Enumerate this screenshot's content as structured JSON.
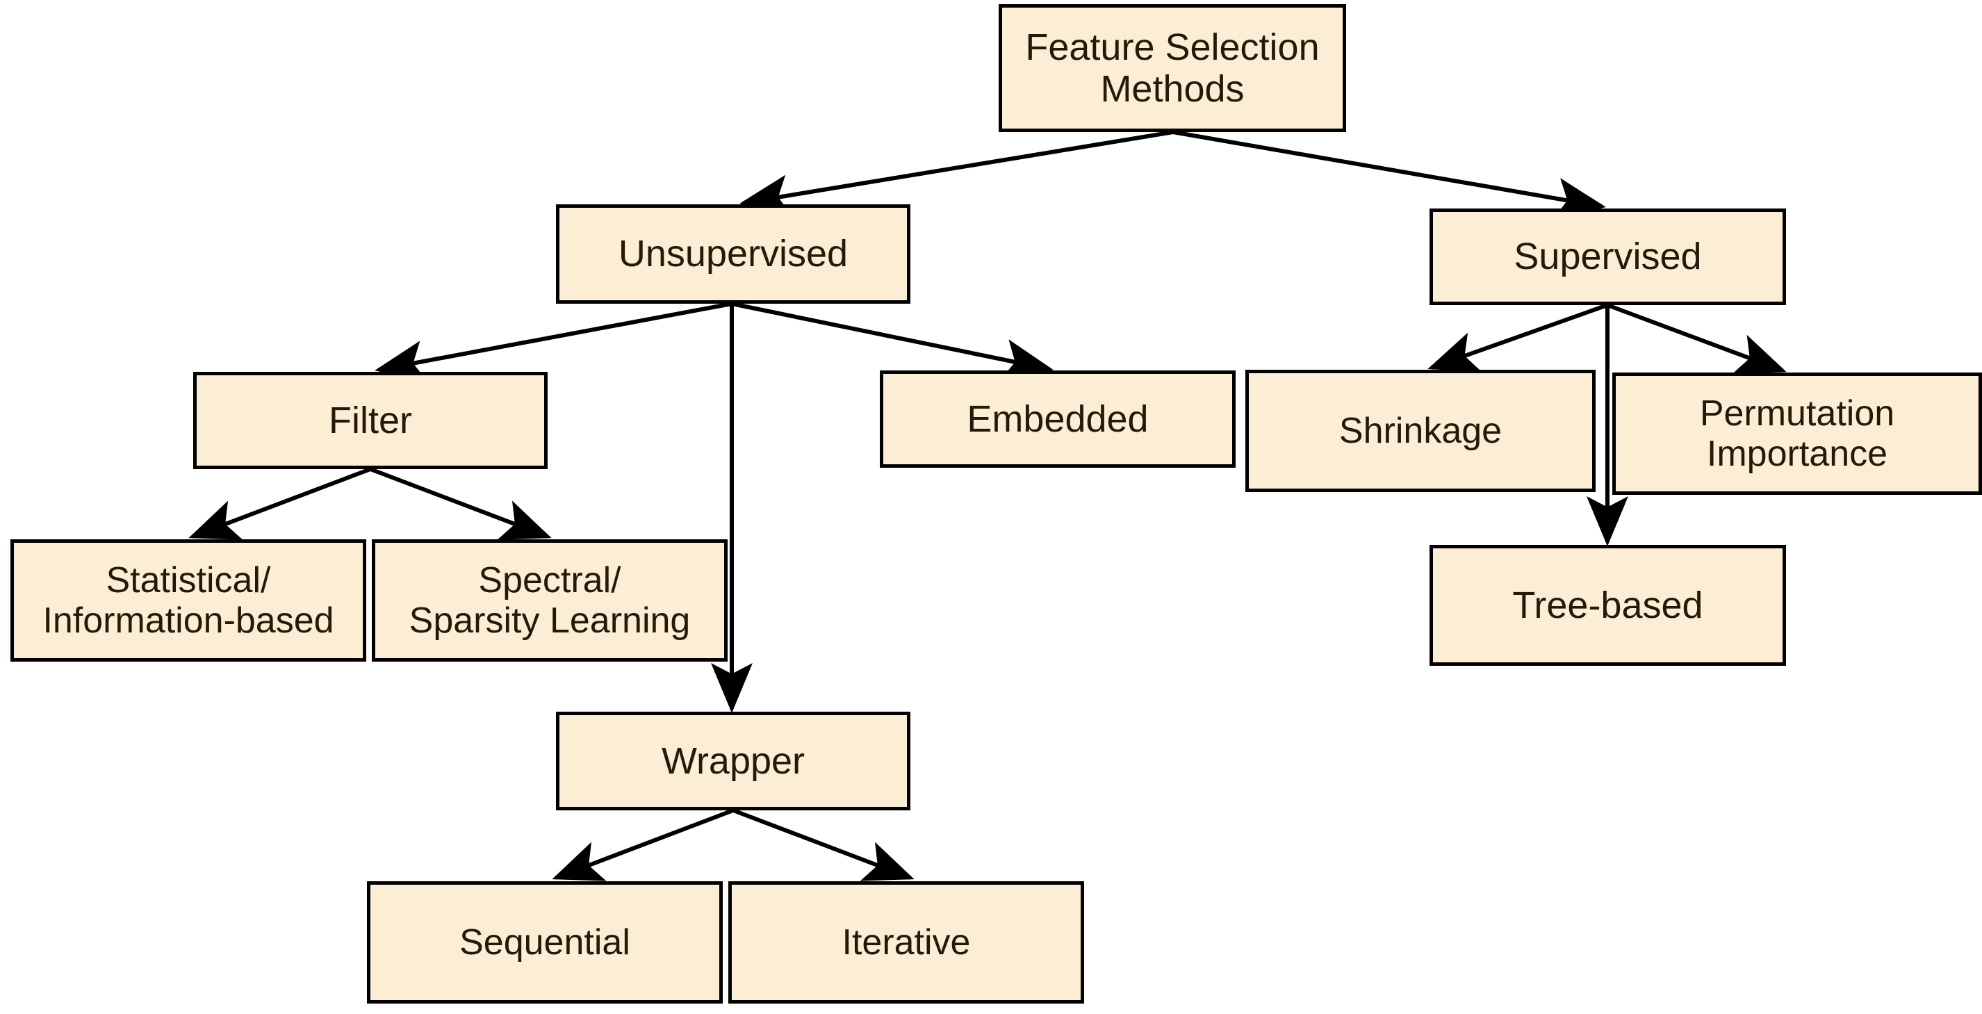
{
  "diagram": {
    "title": "Feature Selection Methods taxonomy",
    "colors": {
      "node_fill": "#fceed4",
      "node_border": "#000000",
      "text": "#241a09",
      "edge": "#000000",
      "background": "#ffffff"
    },
    "nodes": {
      "root": "Feature Selection\nMethods",
      "unsupervised": "Unsupervised",
      "supervised": "Supervised",
      "filter": "Filter",
      "embedded": "Embedded",
      "shrinkage": "Shrinkage",
      "permutation_importance": "Permutation\nImportance",
      "statistical_information_based": "Statistical/\nInformation-based",
      "spectral_sparsity_learning": "Spectral/\nSparsity Learning",
      "tree_based": "Tree-based",
      "wrapper": "Wrapper",
      "sequential": "Sequential",
      "iterative": "Iterative"
    },
    "edges": [
      {
        "from": "root",
        "to": "unsupervised"
      },
      {
        "from": "root",
        "to": "supervised"
      },
      {
        "from": "unsupervised",
        "to": "filter"
      },
      {
        "from": "unsupervised",
        "to": "embedded"
      },
      {
        "from": "unsupervised",
        "to": "wrapper"
      },
      {
        "from": "supervised",
        "to": "shrinkage"
      },
      {
        "from": "supervised",
        "to": "tree_based"
      },
      {
        "from": "supervised",
        "to": "permutation_importance"
      },
      {
        "from": "filter",
        "to": "statistical_information_based"
      },
      {
        "from": "filter",
        "to": "spectral_sparsity_learning"
      },
      {
        "from": "wrapper",
        "to": "sequential"
      },
      {
        "from": "wrapper",
        "to": "iterative"
      }
    ]
  }
}
